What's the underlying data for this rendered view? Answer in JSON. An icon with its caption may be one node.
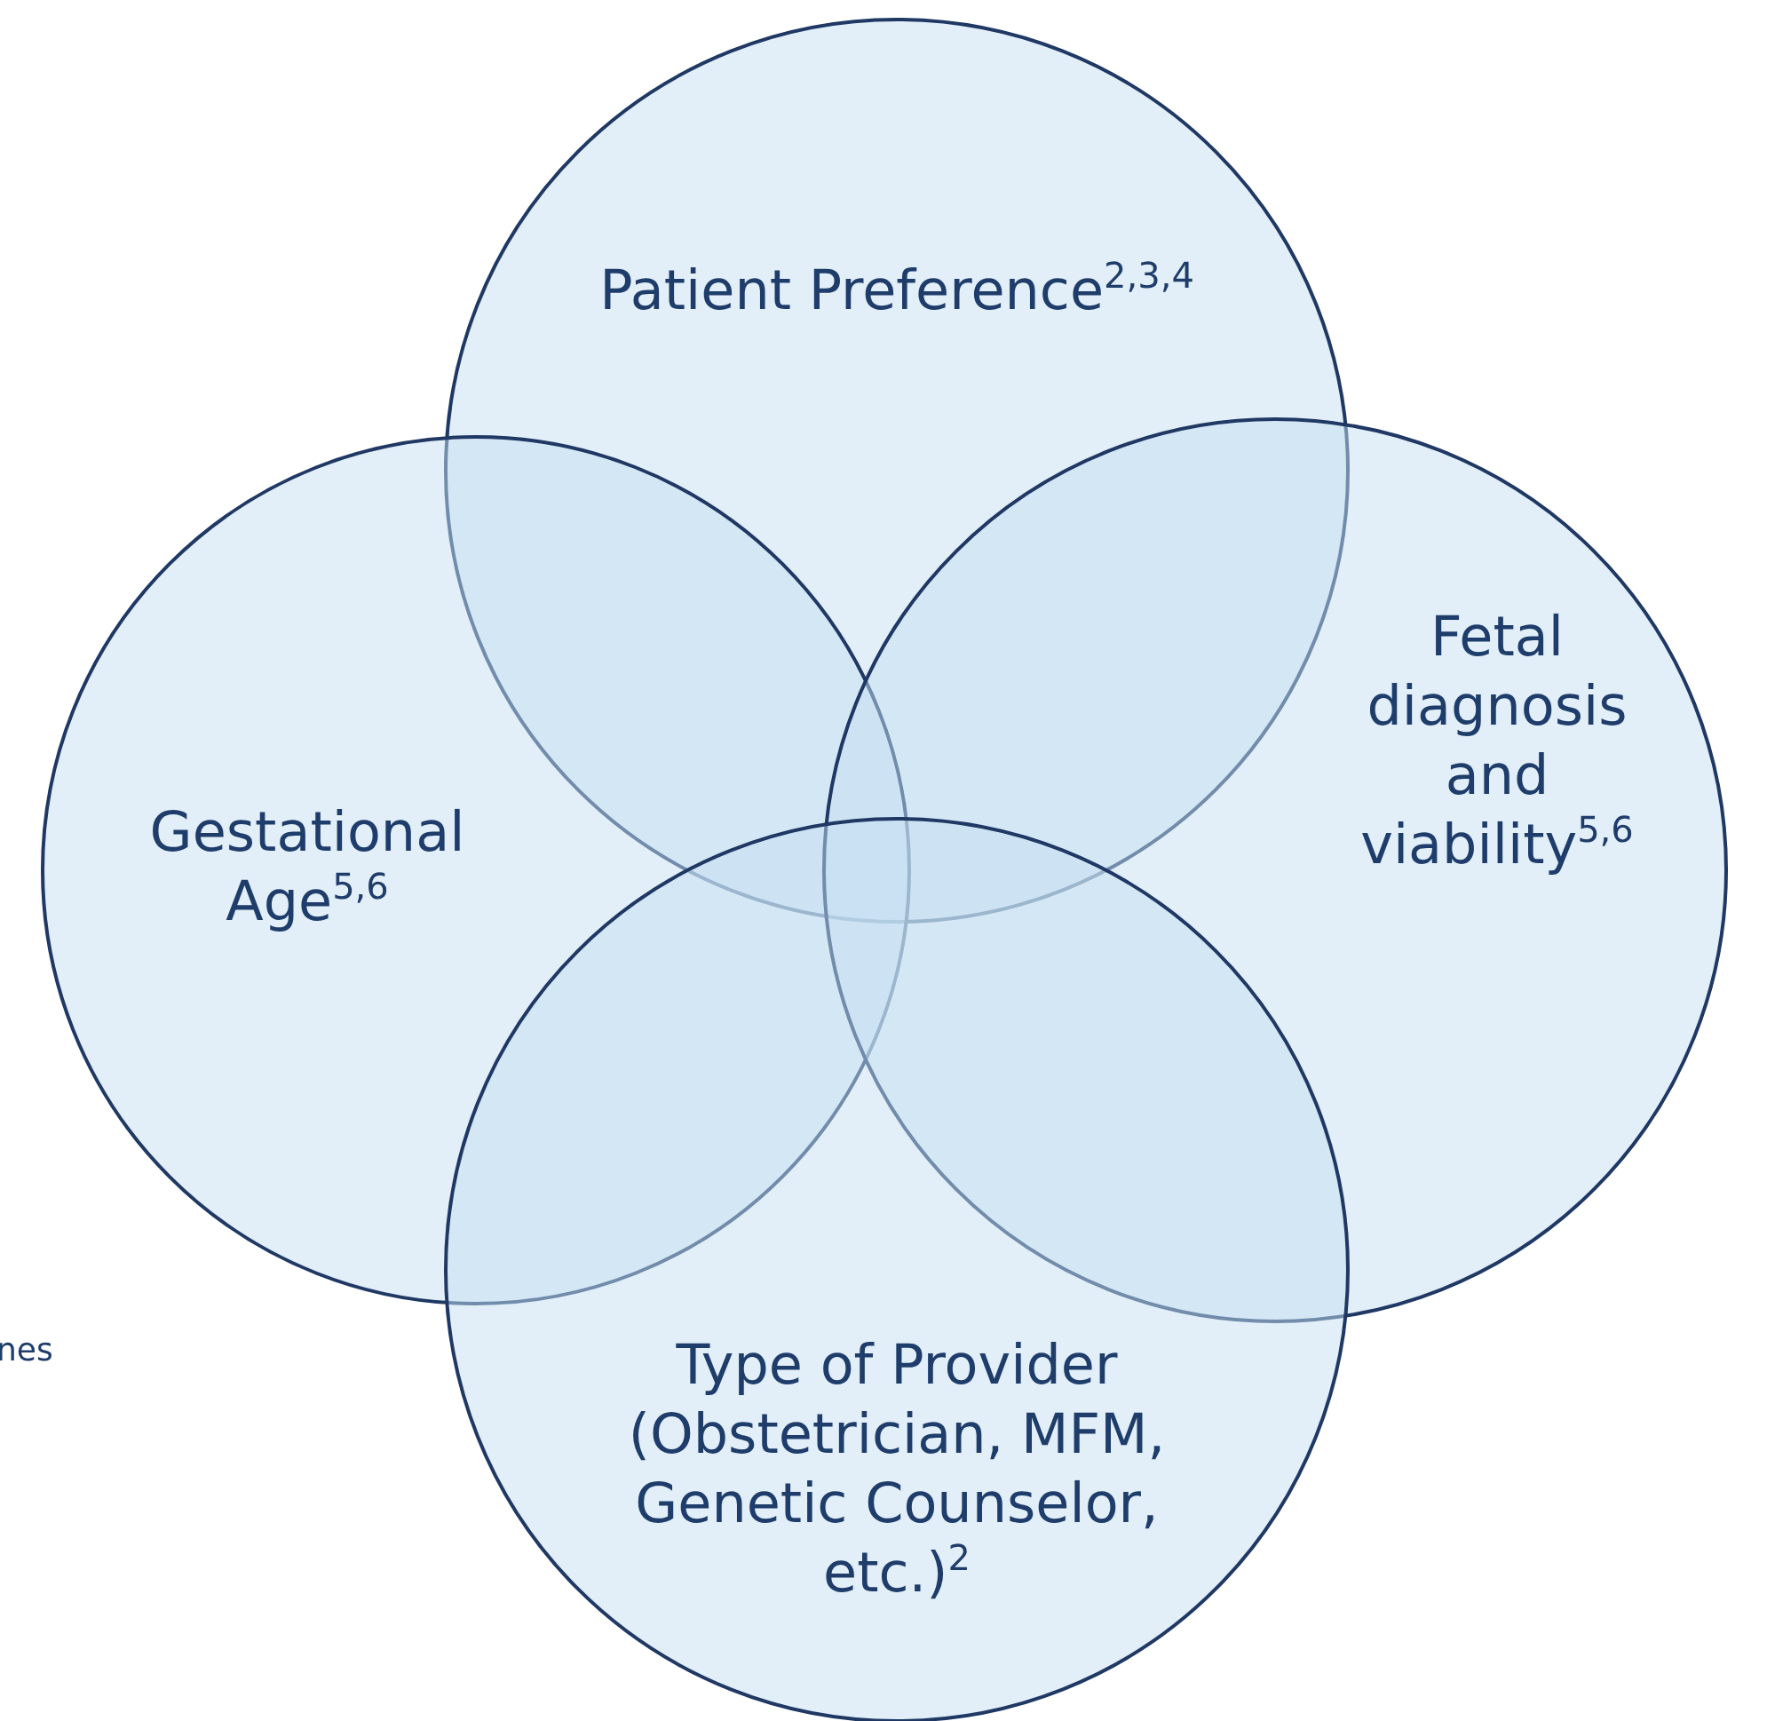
{
  "diagram": {
    "nodes": [
      {
        "text": [
          "Patient Preference$^{2,3,4}$"
        ]
      },
      {
        "text": [
          "Gestational Age$^{5,6}$"
        ]
      },
      {
        "text": [
          "Fetal diagnosis and viability$^{5,6}$"
        ]
      },
      {
        "text": [
          "Type of Provider (Obstetrician, MFM, Genetic Counselor, etc.)$^{2}$"
        ]
      }
    ],
    "edges": [],
    "labels": [
      "nes"
    ]
  }
}
